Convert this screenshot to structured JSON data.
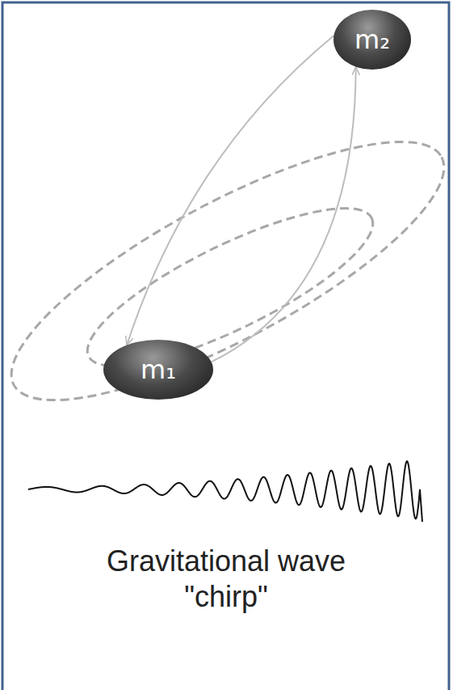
{
  "diagram": {
    "nodes": [
      {
        "text": [
          "m₂"
        ]
      },
      {
        "text": [
          "m₁"
        ]
      }
    ],
    "edges": [
      {
        "from": 0,
        "to": 1,
        "arrow": "to"
      },
      {
        "from": 1,
        "to": 0,
        "arrow": "to"
      }
    ],
    "labels": [
      "Gravitational wave \"chirp\""
    ]
  }
}
